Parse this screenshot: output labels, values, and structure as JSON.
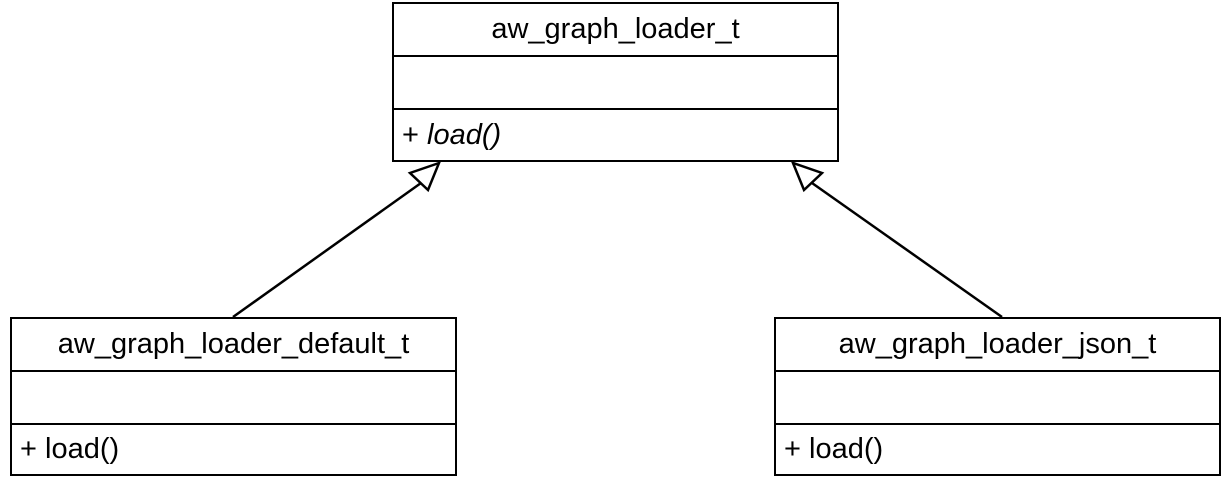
{
  "diagram": {
    "base_class": {
      "name": "aw_graph_loader_t",
      "operations": [
        {
          "visibility": "+",
          "signature": "load()",
          "abstract": true
        }
      ]
    },
    "derived_classes": [
      {
        "name": "aw_graph_loader_default_t",
        "operations": [
          {
            "visibility": "+",
            "signature": "load()",
            "abstract": false
          }
        ]
      },
      {
        "name": "aw_graph_loader_json_t",
        "operations": [
          {
            "visibility": "+",
            "signature": "load()",
            "abstract": false
          }
        ]
      }
    ],
    "relationship": "generalization"
  }
}
